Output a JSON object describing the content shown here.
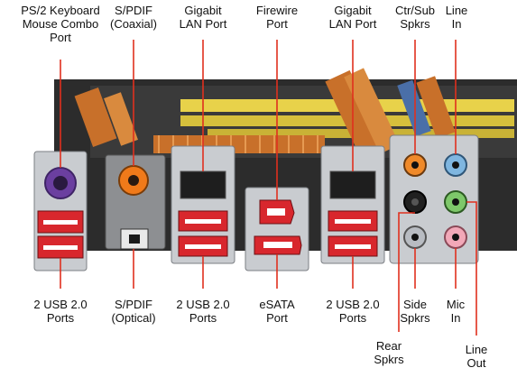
{
  "labels": {
    "top": [
      {
        "lines": [
          "PS/2 Keyboard",
          "Mouse Combo",
          "Port"
        ]
      },
      {
        "lines": [
          "S/PDIF",
          "(Coaxial)"
        ]
      },
      {
        "lines": [
          "Gigabit",
          "LAN Port"
        ]
      },
      {
        "lines": [
          "Firewire",
          "Port"
        ]
      },
      {
        "lines": [
          "Gigabit",
          "LAN Port"
        ]
      },
      {
        "lines": [
          "Ctr/Sub",
          "Spkrs"
        ]
      },
      {
        "lines": [
          "Line",
          "In"
        ]
      }
    ],
    "bottom": [
      {
        "lines": [
          "2 USB 2.0",
          "Ports"
        ]
      },
      {
        "lines": [
          "S/PDIF",
          "(Optical)"
        ]
      },
      {
        "lines": [
          "2 USB 2.0",
          "Ports"
        ]
      },
      {
        "lines": [
          "eSATA",
          "Port"
        ]
      },
      {
        "lines": [
          "2 USB 2.0",
          "Ports"
        ]
      },
      {
        "lines": [
          "Side",
          "Spkrs"
        ]
      },
      {
        "lines": [
          "Mic",
          "In"
        ]
      },
      {
        "lines": [
          "Rear",
          "Spkrs"
        ]
      },
      {
        "lines": [
          "Line",
          "Out"
        ]
      }
    ]
  },
  "colors": {
    "leader": "#e0301e",
    "usb_port": "#d8272d",
    "firewire_port": "#d8272d",
    "esata_port": "#d8272d",
    "ps2_port": "#6b3fa0",
    "coax_port": "#f07a1a",
    "jack_orange": "#f08a2a",
    "jack_blue": "#7fb6e0",
    "jack_black": "#202020",
    "jack_green": "#7ec86a",
    "jack_gray": "#b8bcc2",
    "jack_pink": "#f2a8b8",
    "heatsink_copper": "#c8702a",
    "pcb": "#3a3a3a",
    "slot_yellow": "#e8d24a",
    "io_shield": "#c9ccd0"
  }
}
